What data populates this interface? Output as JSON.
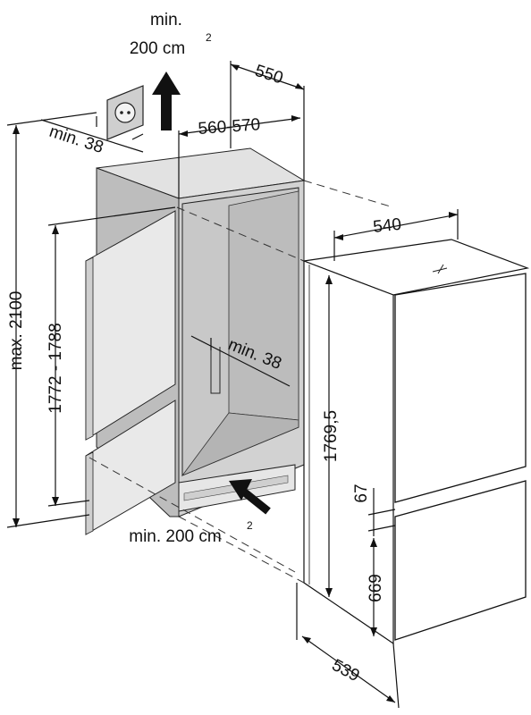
{
  "labels": {
    "top_ventilation_line1": "min.",
    "top_ventilation_line2": "200 cm",
    "top_ventilation_sup": "2",
    "bottom_ventilation": "min. 200 cm",
    "bottom_ventilation_sup": "2",
    "min_38_top": "min. 38",
    "min_38_inside": "min. 38",
    "depth_550": "550",
    "width_560_570": "560-570",
    "width_540": "540",
    "max_height_2100": "max. 2100",
    "niche_height_1772_1788": "1772 - 1788",
    "appliance_height_1769_5": "1769,5",
    "gap_67": "67",
    "lower_669": "669",
    "depth_539": "539"
  },
  "colors": {
    "cabinet_front": "#d2d2d2",
    "cabinet_side": "#bdbdbd",
    "cabinet_top": "#e2e2e2",
    "niche_interior": "#c8c8c8",
    "socket": "#cfcfcf",
    "arrow": "#111111",
    "appliance_line": "#111111"
  },
  "icons": {
    "power_socket": "power-socket-icon",
    "air_out_arrow": "up-arrow-icon",
    "air_in_arrow": "diagonal-arrow-icon"
  }
}
